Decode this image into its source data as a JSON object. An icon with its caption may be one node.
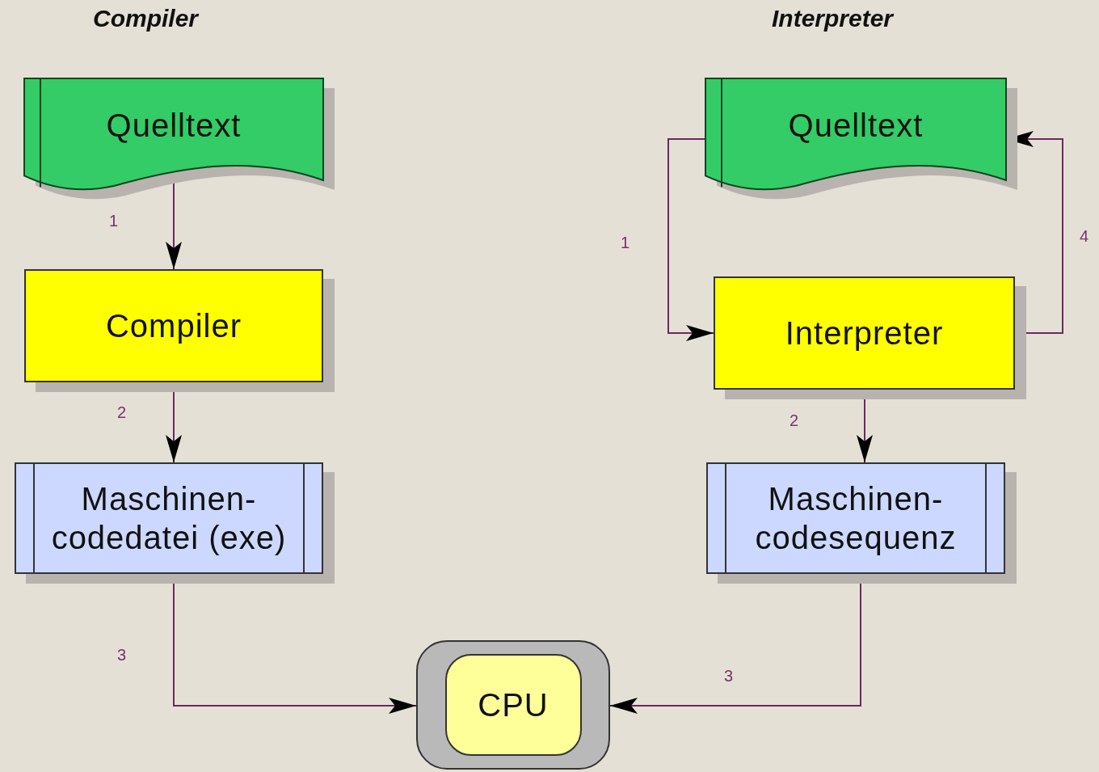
{
  "diagram": {
    "nodes": [
      {
        "text": [
          "Quelltext"
        ]
      },
      {
        "text": [
          "Compiler"
        ]
      },
      {
        "text": [
          "Maschinen- codedatei (exe)"
        ]
      },
      {
        "text": [
          "Quelltext"
        ]
      },
      {
        "text": [
          "Interpreter"
        ]
      },
      {
        "text": [
          "Maschinen- codesequenz"
        ]
      },
      {
        "text": [
          "CPU"
        ]
      }
    ],
    "edges": [
      {
        "from": 0,
        "to": 1,
        "arrow": "to",
        "label": "1"
      },
      {
        "from": 1,
        "to": 2,
        "arrow": "to",
        "label": "2"
      },
      {
        "from": 2,
        "to": 6,
        "arrow": "to",
        "label": "3"
      },
      {
        "from": 3,
        "to": 4,
        "arrow": "to",
        "label": "1"
      },
      {
        "from": 4,
        "to": 3,
        "arrow": "to",
        "label": "4"
      },
      {
        "from": 4,
        "to": 5,
        "arrow": "to",
        "label": "2"
      },
      {
        "from": 5,
        "to": 6,
        "arrow": "to",
        "label": "3"
      }
    ],
    "labels": [
      "Compiler",
      "Interpreter"
    ]
  }
}
